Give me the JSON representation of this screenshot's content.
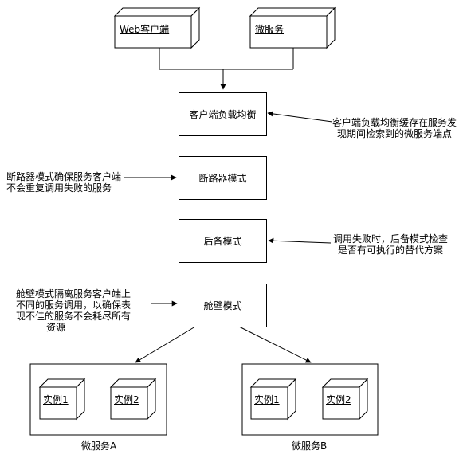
{
  "nodes": {
    "web_client": "Web客户端",
    "microservice_top": "微服务",
    "lb": "客户端负载均衡",
    "circuit": "断路器模式",
    "fallback": "后备模式",
    "bulkhead": "舱壁模式",
    "instance_a1": "实例1",
    "instance_a2": "实例2",
    "instance_b1": "实例1",
    "instance_b2": "实例2"
  },
  "captions": {
    "service_a": "微服务A",
    "service_b": "微服务B"
  },
  "notes": {
    "lb_note_line1": "客户端负载均衡缓存在服务发",
    "lb_note_line2": "现期间检索到的微服务端点",
    "circuit_note_line1": "断路器模式确保服务客户端",
    "circuit_note_line2": "不会重复调用失败的服务",
    "fallback_note_line1": "调用失败时，后备模式检查",
    "fallback_note_line2": "是否有可执行的替代方案",
    "bulkhead_note_line1": "舱壁模式隔离服务客户端上",
    "bulkhead_note_line2": "不同的服务调用，以确保表",
    "bulkhead_note_line3": "现不佳的服务不会耗尽所有",
    "bulkhead_note_line4": "资源"
  },
  "colors": {
    "stroke": "#000000",
    "fill": "#ffffff"
  }
}
